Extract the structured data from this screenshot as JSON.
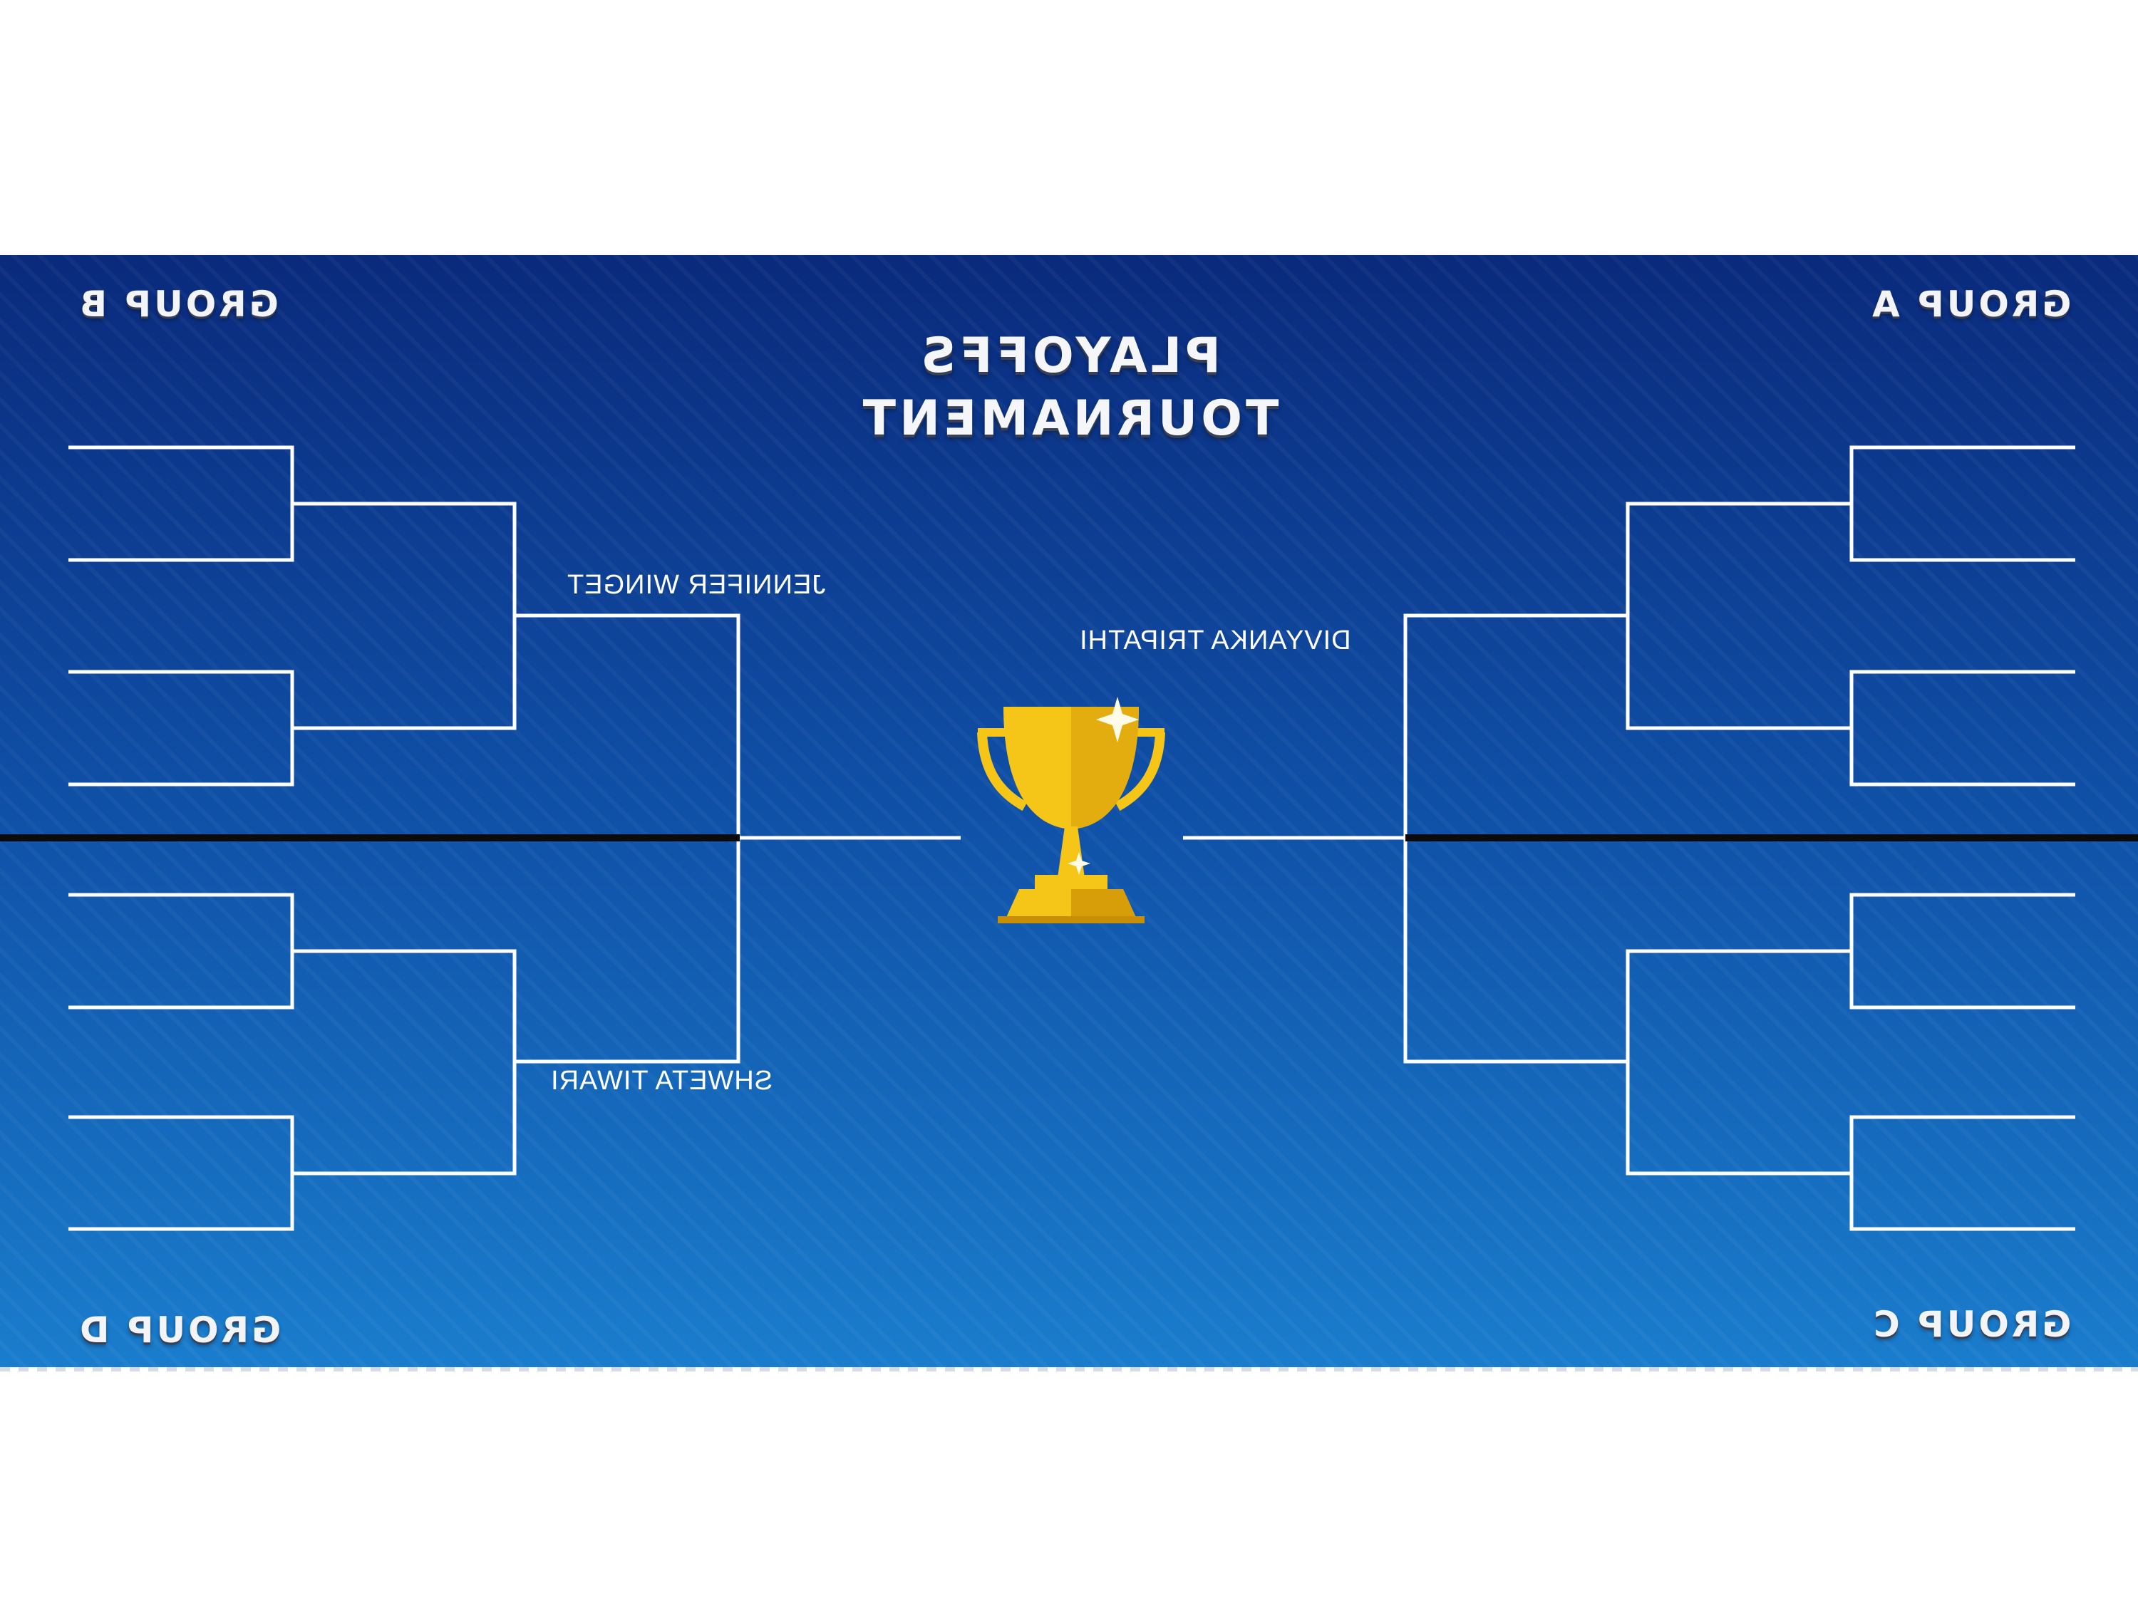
{
  "title": {
    "line1": "PLAYOFFS",
    "line2": "TOURNAMENT"
  },
  "groups": {
    "a": "GROUP A",
    "b": "GROUP B",
    "c": "GROUP C",
    "d": "GROUP D"
  },
  "names": {
    "semifinal_b": "JENNIFER WINGET",
    "semifinal_d": "SHWETA TIWARI",
    "semifinal_a": "DIVYANKA TRIPATHI"
  },
  "icons": {
    "trophy": "trophy-icon"
  },
  "colors": {
    "line": "#ffffff",
    "divider": "#0b0b0b",
    "trophy": "#f5c518",
    "trophy_dark": "#d79e09"
  }
}
